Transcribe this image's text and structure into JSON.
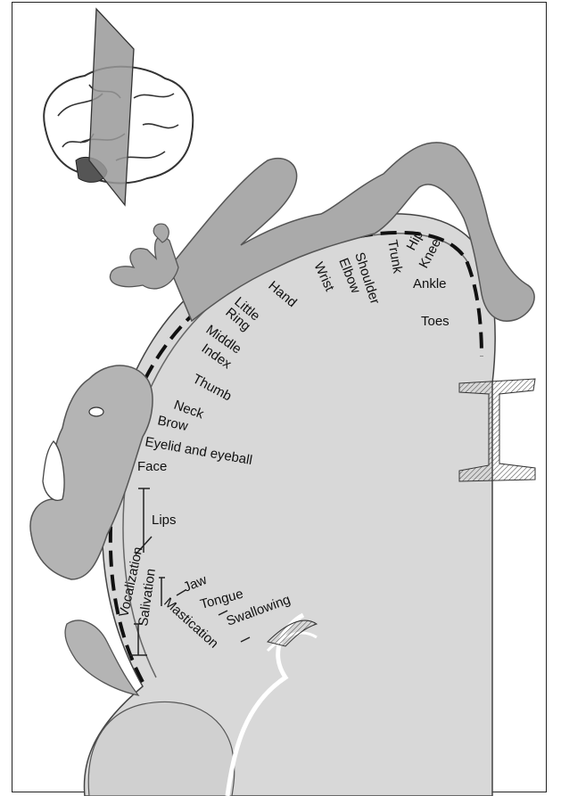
{
  "labels": {
    "hand": "Hand",
    "wrist": "Wrist",
    "elbow": "Elbow",
    "shoulder": "Shoulder",
    "trunk": "Trunk",
    "hip": "Hip",
    "knee": "Knee",
    "ankle": "Ankle",
    "toes": "Toes",
    "little": "Little",
    "ring": "Ring",
    "middle": "Middle",
    "index": "Index",
    "thumb": "Thumb",
    "neck": "Neck",
    "brow": "Brow",
    "eyelid": "Eyelid and eyeball",
    "face": "Face",
    "lips": "Lips",
    "jaw": "Jaw",
    "tongue": "Tongue",
    "swallowing": "Swallowing",
    "mastication": "Mastication",
    "salivation": "Salivation",
    "vocalization": "Vocalization"
  }
}
